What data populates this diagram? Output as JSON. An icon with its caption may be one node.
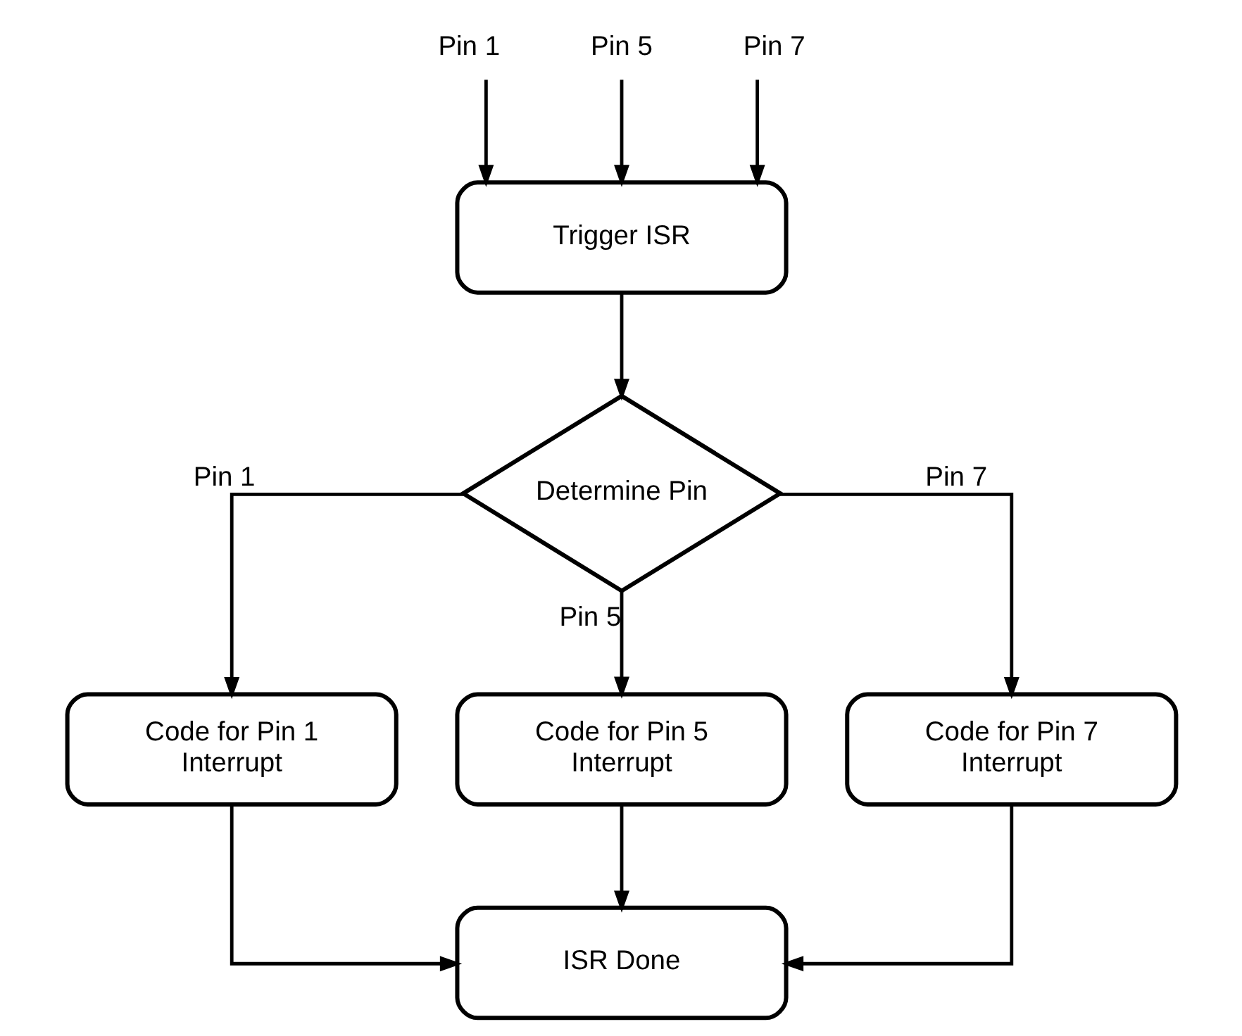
{
  "diagram": {
    "nodes": [
      {
        "text": [
          "Pin 1"
        ]
      },
      {
        "text": [
          "Pin 5"
        ]
      },
      {
        "text": [
          "Pin 7"
        ]
      },
      {
        "text": [
          "Trigger ISR"
        ]
      },
      {
        "text": [
          "Determine Pin"
        ]
      },
      {
        "text": [
          "Code for Pin 1 Interrupt"
        ]
      },
      {
        "text": [
          "Code for Pin 5 Interrupt"
        ]
      },
      {
        "text": [
          "Code for Pin 7 Interrupt"
        ]
      },
      {
        "text": [
          "ISR Done"
        ]
      }
    ],
    "edges": [
      {
        "from": 0,
        "to": 3,
        "arrow": "to"
      },
      {
        "from": 1,
        "to": 3,
        "arrow": "to"
      },
      {
        "from": 2,
        "to": 3,
        "arrow": "to"
      },
      {
        "from": 3,
        "to": 4,
        "arrow": "to"
      },
      {
        "from": 4,
        "to": 5,
        "arrow": "to",
        "label": "Pin 1"
      },
      {
        "from": 4,
        "to": 6,
        "arrow": "to",
        "label": "Pin 5"
      },
      {
        "from": 4,
        "to": 7,
        "arrow": "to",
        "label": "Pin 7"
      },
      {
        "from": 5,
        "to": 8,
        "arrow": "to"
      },
      {
        "from": 6,
        "to": 8,
        "arrow": "to"
      },
      {
        "from": 7,
        "to": 8,
        "arrow": "to"
      }
    ]
  }
}
